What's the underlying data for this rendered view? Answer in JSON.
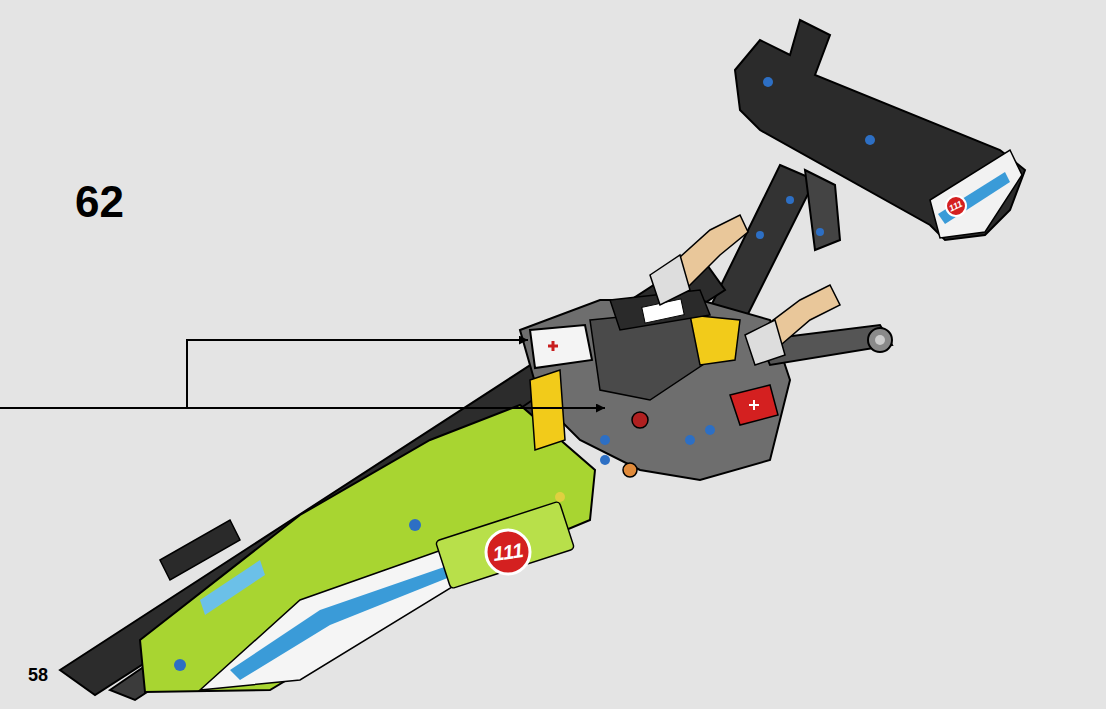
{
  "diagram": {
    "labels": [
      "62",
      "111",
      "111",
      "58"
    ]
  }
}
